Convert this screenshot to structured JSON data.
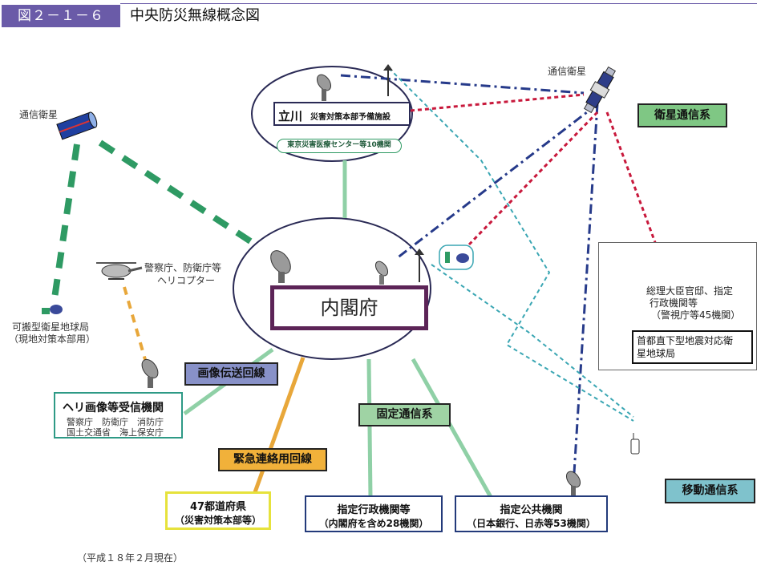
{
  "header": {
    "figure_number": "図２－１－６",
    "title": "中央防災無線概念図"
  },
  "satellites": {
    "left_label": "通信衛星",
    "right_label": "通信衛星"
  },
  "tachikawa": {
    "name": "立川",
    "facility": "災害対策本部予備施設",
    "sub": "東京災害医療センター等10機関"
  },
  "cabinet_office": "内閣府",
  "helicopter": {
    "label_line1": "警察庁、防衛庁等",
    "label_line2": "ヘリコプター"
  },
  "portable_station": {
    "line1": "可搬型衛星地球局",
    "line2": "（現地対策本部用）"
  },
  "heli_receiver": {
    "title": "ヘリ画像等受信機関",
    "row1": "警察庁　防衛庁　消防庁",
    "row2": "国土交通省　海上保安庁"
  },
  "prefectures": {
    "line1": "47都道府県",
    "line2": "（災害対策本部等）"
  },
  "designated_gov": {
    "line1": "指定行政機関等",
    "line2": "（内閣府を含め28機関）"
  },
  "designated_public": {
    "line1": "指定公共機関",
    "line2": "（日本銀行、日赤等53機関）"
  },
  "pm_office": {
    "line1": "総理大臣官邸、指定",
    "line2": "行政機関等",
    "line3": "（警視庁等45機関）"
  },
  "quake_station": {
    "line1": "首都直下型地震対応衛",
    "line2": "星地球局"
  },
  "systems": {
    "satellite": "衛星通信系",
    "image": "画像伝送回線",
    "fixed": "固定通信系",
    "emergency": "緊急連絡用回線",
    "mobile": "移動通信系"
  },
  "footer": "（平成１８年２月現在）",
  "colors": {
    "header_purple": "#6a5ba8",
    "cabinet_border": "#5c2457",
    "satellite_green_line": "#2e9a63",
    "fixed_line": "#8fd0a6",
    "emergency_line": "#e8a73a",
    "red_dotted": "#c8193c",
    "navy_dashdot": "#263a8a",
    "mobile_dotted": "#3aa6b3"
  },
  "icons": [
    "satellite-icon",
    "dish-antenna-icon",
    "mast-antenna-icon",
    "helicopter-icon",
    "earth-station-icon",
    "portable-radio-icon"
  ]
}
